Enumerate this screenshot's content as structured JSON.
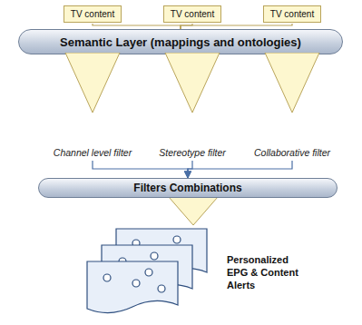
{
  "diagram": {
    "nodes": [
      {
        "text": [
          "TV content"
        ]
      },
      {
        "text": [
          "TV content"
        ]
      },
      {
        "text": [
          "TV content"
        ]
      },
      {
        "text": [
          "Semantic Layer (mappings and ontologies)"
        ]
      },
      {
        "text": [
          "Channel level filter"
        ]
      },
      {
        "text": [
          "Stereotype filter"
        ]
      },
      {
        "text": [
          "Collaborative filter"
        ]
      },
      {
        "text": [
          "Filters Combinations"
        ]
      }
    ],
    "edges": [
      {
        "from": 0,
        "to": 3,
        "arrow": "none"
      },
      {
        "from": 1,
        "to": 3,
        "arrow": "none"
      },
      {
        "from": 2,
        "to": 3,
        "arrow": "none"
      },
      {
        "from": 4,
        "to": 7,
        "arrow": "to"
      },
      {
        "from": 5,
        "to": 7,
        "arrow": "to"
      },
      {
        "from": 6,
        "to": 7,
        "arrow": "to"
      }
    ],
    "labels": [
      "Personalized EPG & Content Alerts"
    ]
  }
}
